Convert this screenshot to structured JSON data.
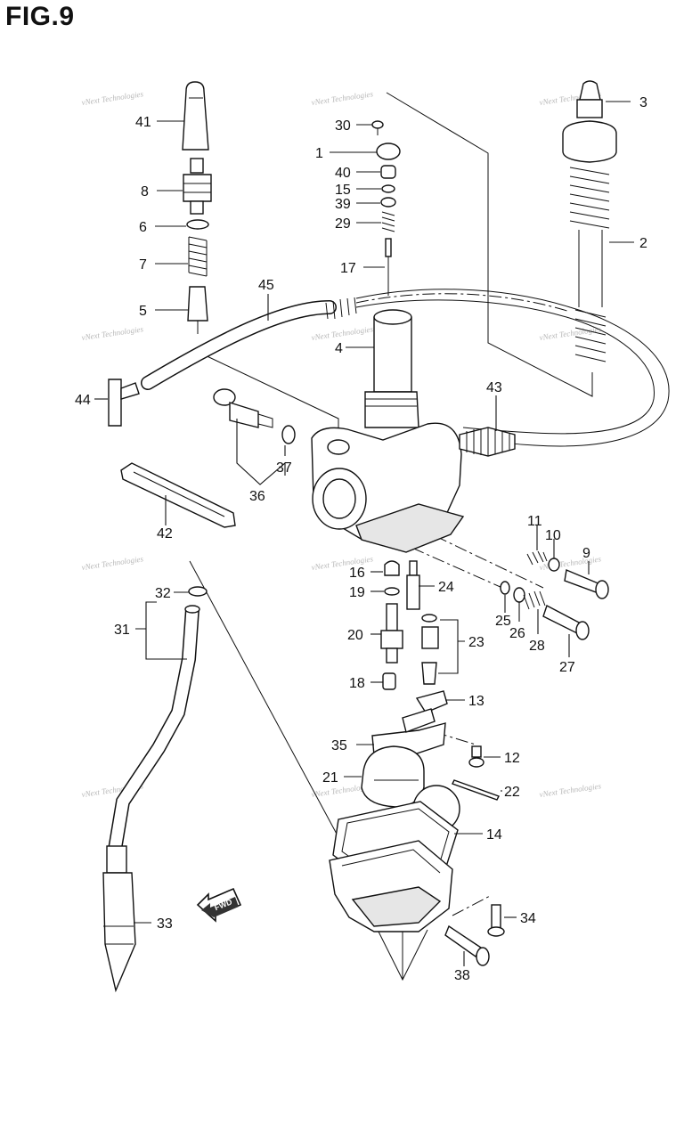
{
  "figure": {
    "title": "FIG.9"
  },
  "watermark": {
    "line1": "vNext Technologies",
    "line2": "Technologies"
  },
  "fwd_arrow": {
    "label": "FWD"
  },
  "callouts": [
    {
      "id": "41",
      "text": "41"
    },
    {
      "id": "30",
      "text": "30"
    },
    {
      "id": "3",
      "text": "3"
    },
    {
      "id": "1",
      "text": "1"
    },
    {
      "id": "8",
      "text": "8"
    },
    {
      "id": "40",
      "text": "40"
    },
    {
      "id": "15",
      "text": "15"
    },
    {
      "id": "6",
      "text": "6"
    },
    {
      "id": "39",
      "text": "39"
    },
    {
      "id": "29",
      "text": "29"
    },
    {
      "id": "2",
      "text": "2"
    },
    {
      "id": "7",
      "text": "7"
    },
    {
      "id": "17",
      "text": "17"
    },
    {
      "id": "45",
      "text": "45"
    },
    {
      "id": "5",
      "text": "5"
    },
    {
      "id": "4",
      "text": "4"
    },
    {
      "id": "44",
      "text": "44"
    },
    {
      "id": "43",
      "text": "43"
    },
    {
      "id": "37",
      "text": "37"
    },
    {
      "id": "36",
      "text": "36"
    },
    {
      "id": "42",
      "text": "42"
    },
    {
      "id": "11",
      "text": "11"
    },
    {
      "id": "10",
      "text": "10"
    },
    {
      "id": "9",
      "text": "9"
    },
    {
      "id": "16",
      "text": "16"
    },
    {
      "id": "24",
      "text": "24"
    },
    {
      "id": "32",
      "text": "32"
    },
    {
      "id": "19",
      "text": "19"
    },
    {
      "id": "31",
      "text": "31"
    },
    {
      "id": "25",
      "text": "25"
    },
    {
      "id": "26",
      "text": "26"
    },
    {
      "id": "28",
      "text": "28"
    },
    {
      "id": "27",
      "text": "27"
    },
    {
      "id": "20",
      "text": "20"
    },
    {
      "id": "23",
      "text": "23"
    },
    {
      "id": "18",
      "text": "18"
    },
    {
      "id": "13",
      "text": "13"
    },
    {
      "id": "35",
      "text": "35"
    },
    {
      "id": "12",
      "text": "12"
    },
    {
      "id": "21",
      "text": "21"
    },
    {
      "id": "22",
      "text": "22"
    },
    {
      "id": "14",
      "text": "14"
    },
    {
      "id": "34",
      "text": "34"
    },
    {
      "id": "33",
      "text": "33"
    },
    {
      "id": "38",
      "text": "38"
    }
  ]
}
